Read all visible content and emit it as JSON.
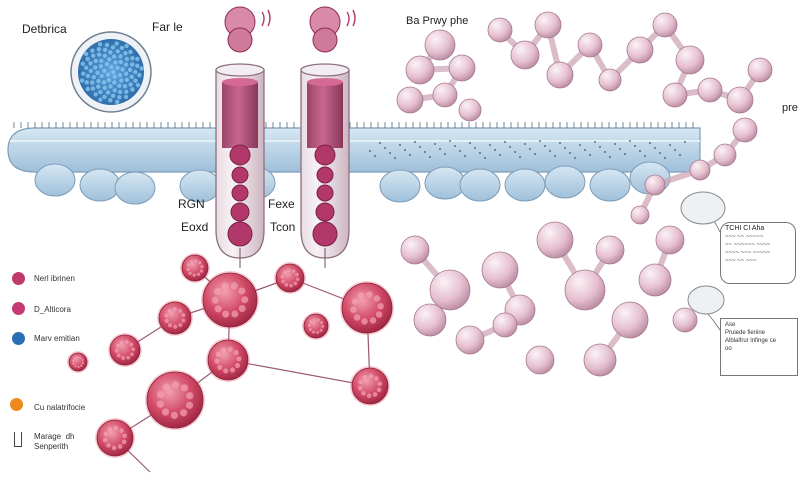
{
  "labels": {
    "top_left": "Detbrica",
    "top_center": "Far le",
    "top_right": "Ba  Prwy phe",
    "right_edge": "pre",
    "tube_left_1": "RGN",
    "tube_left_2": "Eoxd",
    "tube_right_1": "Fexe",
    "tube_right_2": "Tcon"
  },
  "callout_top": {
    "title": "TCHI CI Aha",
    "lines": [
      "~~~ ~~ ~~~~~",
      "~~ ~~~~~~ ~~~~",
      "~~~~ ~~~ ~~~~~",
      "~~~ ~~ ~~~"
    ]
  },
  "callout_bottom": {
    "lines": [
      "Ase",
      "Pruiede fieriine",
      "Alblalfrur lnfinge ce",
      "oo"
    ]
  },
  "legend": [
    {
      "label": "Nerl ibrinen",
      "color": "#c0396b"
    },
    {
      "label": "D_Alticora",
      "color": "#c43a74"
    },
    {
      "label": "Marv emitian",
      "color": "#2a6fb3"
    },
    {
      "label": "Cu nalatrifocie",
      "color": "#f08a1e"
    },
    {
      "label": "Marage  dh\nSenperith",
      "color": ""
    }
  ],
  "colors": {
    "membrane": "#b9d3e6",
    "membrane_edge": "#8aa9c4",
    "tube": "#b23c6a",
    "cell": "#cc3f5e",
    "protein": "#e7c4d2"
  }
}
